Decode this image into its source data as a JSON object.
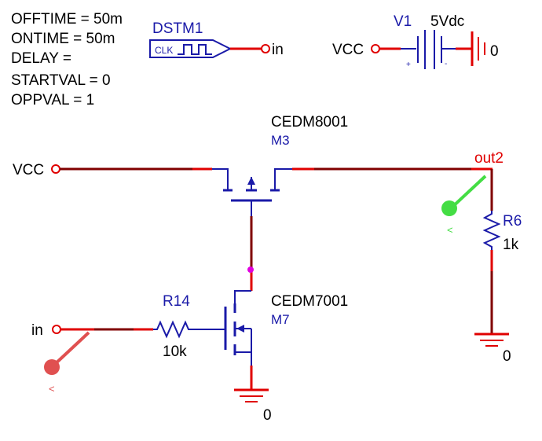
{
  "stimulus": {
    "params": [
      "OFFTIME = 50m",
      "ONTIME = 50m",
      "DELAY =",
      "STARTVAL = 0",
      "OPPVAL = 1"
    ],
    "refdes": "DSTM1",
    "clk_label": "CLK",
    "out_net": "in"
  },
  "source": {
    "refdes": "V1",
    "value": "5Vdc",
    "net": "VCC",
    "ground": "0"
  },
  "pmos": {
    "part": "CEDM8001",
    "refdes": "M3",
    "source_net": "VCC",
    "out_net": "out2"
  },
  "nmos": {
    "part": "CEDM7001",
    "refdes": "M7",
    "input_net": "in",
    "ground": "0"
  },
  "r14": {
    "refdes": "R14",
    "value": "10k"
  },
  "r6": {
    "refdes": "R6",
    "value": "1k",
    "ground": "0"
  },
  "probes": {
    "green_marker": "<",
    "red_marker": "<"
  },
  "colors": {
    "wire": "#e00000",
    "wire_dark": "#800000",
    "component": "#1a1aa8",
    "junction": "#e000e0",
    "probe_green": "#44dd44",
    "probe_red": "#e05050",
    "text": "#000000"
  }
}
